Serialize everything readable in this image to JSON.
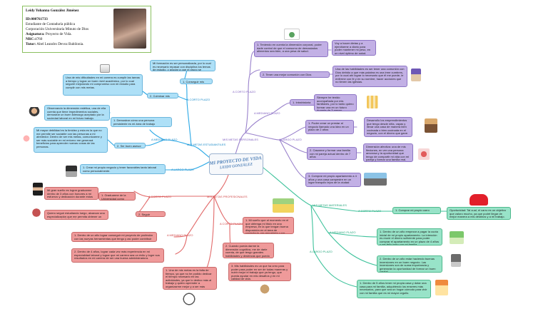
{
  "profile": {
    "name": "Leidy Yohanna González Jiménez",
    "id": "ID:000761733",
    "line1": "Estudiante de Contaduría pública",
    "line2": "Corporación Universitaria Minuto de Dios",
    "subject_label": "Asignatura:",
    "subject": "Proyecto de Vida.",
    "nrc_label": "NRC:",
    "nrc": "4760",
    "tutor_label": "Tutor:",
    "tutor": "Abel Leandro Devoz Babilonia."
  },
  "center": {
    "title": "MI PROYECTO DE VIDA",
    "subtitle": "LEIDY GONZÁLEZ"
  },
  "branches": {
    "personal": {
      "title": "MIS METAS PERSONALES",
      "subs": {
        "corto": "A CORTO PLAZO",
        "mediano": "A MEDIANO PLAZO",
        "largo": "A LARGO PLAZO"
      },
      "nodes": {
        "n1": "1. Teniendo en cuenta la dimensión corporal, poder darle control de que el consumo de demasiados alimentos sea bien, a una pesa de salud.",
        "n1d": "Voy a hacer dietas y a ejercitarme a diario para poder mantener mi peso, en un nivel óptimo de salud.",
        "n2": "2. Tener una mejor comunión con Dios",
        "n2d": "Una de las habilidades es ser tener una comunión con Dios debido a que más palabra es una irme cumbres, por lo cual ahí lograr lo necesario que él me puede, le enferme con fe y en su nombre, hacer acciones que no tienen las iglesias.",
        "n3": "1. Intrahistoria",
        "n3d": "Siempre he tenido acompañada por mis familiares, por lo tanto quiero formar una en un futuro durante de 3 meses.",
        "n4": "1. Poder crear un prestar al negocio llamado una idea en un plazo de 2 años",
        "n4d": "Desarrollo los emprendimientos que tengo desde niña, vayas y llevar una casa de manera bien cocinada o bien cocinada en el negocio, con el dinero que gane.",
        "n5": "2. Casarme y formar una familia con mi pareja actual dentro de 7 años",
        "n5d": "Dimensión afectiva: una de mis flexiones, en ver una persona amorosa y la oportunidad que tengo de compartir mi vida con mi pareja y formar una familia real.",
        "n6": "3. Comprar mi propio apartamento a 4 años y una casa campestre en un lugar tranquilo lejos de la ciudad"
      }
    },
    "estudiantiles": {
      "title": "MIS METAS ESTUDIANTILES",
      "subs": {
        "corto": "A CORTO PLAZO",
        "mediano": "A MEDIANO PLAZO",
        "largo": "A LARGO PLAZO"
      },
      "nodes": {
        "n1": "Mi formación es ser personalizada, por lo cual es necesario repasar con disciplina los temas de estudio, y ayudar a que el grupo se organice en su mismo tiempo.",
        "n2": "1. Conseguir mis diplomas.",
        "n3": "2. Culminar mis carreras",
        "n3d": "Una de mis dificultades en mi carrera es cumplir las tareas a tiempo y lograr un buen nivel académico, por lo cual seguiré mejorando mi compromiso con mi estudio para cumplir con mis metas.",
        "n4": "1. Demostrar cómo una persona persistente es mi área de trabajo",
        "n4d": "Observando la dimensión estética, una de ella cuenta que tiene impedimentos sociales, demostrar un buen liderazgo aceptado por la sociedad laboral en mi futuro trabajo.",
        "n5": "2. Ser buen asesor",
        "n5d": "Mi mayor debilidad es la timidez y esta es la que no me permite ser sociable con las personas a mi alrededor. Dentro de ser mis metas, comunicarme y ser más sociable en mi entorno me generará beneficios para aprender nuevas cosas de las personas.",
        "n6": "1. Crear mi propio negocio y tener favorables tanto laboral como personalmente."
      }
    },
    "profesionales": {
      "title": "MIS METAS PROFESIONALES",
      "subs": {
        "corto": "A CORTO PLAZO",
        "mediano": "A MEDIANO PLAZO",
        "largo": "A LARGO PLAZO"
      },
      "nodes": {
        "n1": "1. Graduarme de la Universidad como Contadora pública",
        "n1d": "Mi gran sueño es lograr graduarme dentro de 3 años con honores a mi esfuerzo y dedicación durante estos años profesionales.",
        "n2": "2. Seguir estudiando",
        "n2d": "Quiero seguir estudiando luego, alcanzar una especialización que me permita obtener un mejor puesto de trabajo.",
        "n3": "1. Dentro de un año lograr conseguir mi proyecto de profesión con las nuevas herramientas que tengo y así poder contribuir con mi familia.",
        "n4": "2. Dentro de 4 años, lograr cada vez más experiencia en mi especialidad laboral y lograr que mi carrera sea un éxito y logre sus resultados en mi carrera de ser una buena administradora.",
        "n5": "1. Mi sueño que al momento en el que obtenga mi título en una empresa, en la que tengan buena disposición en el área de contaduría, ser respetada y ser reconocida como profesional.",
        "n6": "2. Cuando pueda darme la dimensión cognitiva, me de darle cuenta, de que tengo grandes habilidades y destrezas que puedo ser de mucha ayuda a personas en mi entorno y ellos serán mi desafío y motivación.",
        "n7": "3. Mis habilidades es un que ha creo para poder para poder en ser de todas maneras y nutrir mejor el trabajo que ya tengo, que pueda ayudar en mis desafíos y en mi calidad de vida.",
        "n8": "1. Una de mis metas es la falta de tiempo, ya que no he podido dedicar el tiempo necesario en las actividades, ya que lo dedico más al trabajo y quiero aprender a organizarme mejor y a ser más dedicada con mis estudios, ya que estudio y trabajo."
      }
    },
    "materiales": {
      "title": "MIS METAS MATERIALES",
      "subs": {
        "corto": "A CORTO PLAZO",
        "mediano": "A MEDIANO PLAZO",
        "largo": "A LARGO PLAZO"
      },
      "nodes": {
        "n1": "1. Comprar mi propio carro",
        "n1d": "Oportunidad: Tal cual, el carro es un objetivo que valoro mucho, ya que podré llegar de mejor manera a mis destinos y a mi trabajo.",
        "n2": "1. Dentro de un año empezar a pagar la cuota inicial de mi propio apartamento. La intención es reunir el dinero suficiente para poder comprar el apartamento en un plazo de 4 años y ser feliz junto con mi familia.",
        "n3": "2. Dentro de un año estar haciendo buenas inversiones en un buen negocio. Las inversiones son de suma importancia y generarán la oportunidad de formar un buen capital.",
        "n4": "1. Dentro de 5 años tener mi propia casa y dotar una casa para mi familia, adquiriendo los enseres más necesarios, para que sea un hogar cómodo para vivir con mi familia que es mi mayor orgullo."
      }
    }
  },
  "colors": {
    "blue": "#2aa8e6",
    "purple": "#9a82cc",
    "red": "#e26a6a",
    "green": "#3ec29b"
  }
}
